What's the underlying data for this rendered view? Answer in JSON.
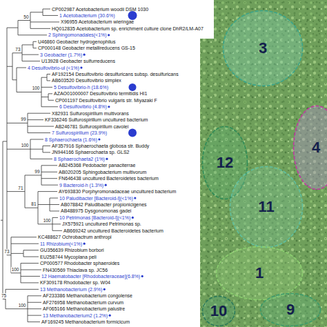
{
  "diagram": {
    "nodes": [
      {
        "text": [
          "3"
        ]
      },
      {
        "text": [
          "4"
        ]
      },
      {
        "text": [
          "12"
        ]
      },
      {
        "text": [
          "11"
        ]
      },
      {
        "text": [
          "1"
        ]
      },
      {
        "text": [
          "10"
        ]
      },
      {
        "text": [
          "9"
        ]
      }
    ],
    "labels": [
      "CP002987 Acetobacterium woodii DSM 1030",
      "1 Acetobacterium (30.6%)",
      "X96955 Acetobacterium wieringae",
      "HQ012835 Acetobacterium sp. enrichment culture clone DhR2/LM-A07",
      "2 Sphingomonadales(<1%)",
      "U46860 Geobacter hydrogenophilus",
      "CP000148 Geobacter metallireducens GS-15",
      "3 Geobacter (1.7%)",
      "U13928 Geobacter sulfurreducens",
      "4 Desulfovibrio-ul (<1%)",
      "AF192154 Desulfovibrio desulfuricans subsp. desulfuricans",
      "AB603520 Desulfovibrio simplex",
      "5 Desulfovibrio-h (18.6%)",
      "AZAO01000007 Desulfovibrio termitidis HI1",
      "CP001197 Desulfovibrio vulgaris str. Miyazaki F",
      "6 Desulfovibrio (4.8%)",
      "X82931 Sulfurospirillum multivorans",
      "KF336246 Sulfurospirillum uncultured bacterium",
      "AB246781 Sulfurospirillum cavolei",
      "7 Sulfurospirillum (23.9%)",
      "8 Sphaerochaeta (1.6%)",
      "AF357916 Sphaerochaeta globosa str. Buddy",
      "JN944166 Sphaerochaeta sp. GLS2",
      "8 Sphaerochaeta2 (1%)",
      "AB245368 Pedobacter panaciterrae",
      "AB020205 Sphingobacterium multivorum",
      "FN646438 uncultured Bacteroidetes bacterium",
      "9 Bacteroid-h (1.3%)",
      "AY693830 Porphyromonadaceae uncultured bacterium",
      "10 Paludibacter [Bacteroid-l](<1%)",
      "AB078842 Paludibacter propionicigenes",
      "AB488975 Dysgonomonas gadei",
      "10 Petrimonas [Bacteroid-l](<1%)",
      "JX575921 uncultured Petrimonas sp.",
      "AB669242 uncultured Bacteroidetes bacterium",
      "KC488627 Ochrobactrum anthropi",
      "11 Rhizobium(<1%)",
      "GU356639 Rhizobium borbori",
      "EU258744 Mycoplana peli",
      "CP000577 Rhodobacter sphaeroides",
      "FN430569 Thiaclava sp. JC56",
      "12 Haematobacter [Rhodobacteraceae](6.8%)",
      "KF309178 Rhodobacter sp. W04",
      "13 Methanobacterium (2.9%)",
      "AF233386 Methanobacterium congolense",
      "AF276958 Methanobacterium curvum",
      "AF065166 Methanobacterium palustre",
      "13 Methanobacterium2 (1.2%)",
      "AF169245 Methanobacterium formicicum",
      "50",
      "73",
      "100",
      "99",
      "100",
      "71",
      "99",
      "81",
      "100",
      "73",
      "100",
      "75",
      "100"
    ]
  }
}
